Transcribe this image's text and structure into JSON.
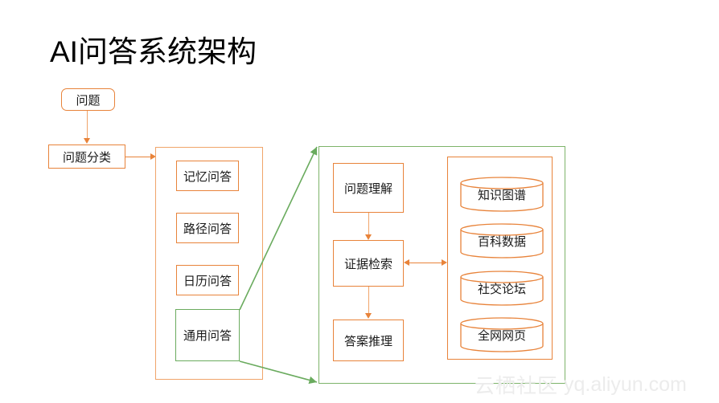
{
  "page": {
    "title": "AI问答系统架构",
    "background_color": "#ffffff"
  },
  "colors": {
    "orange": "#e8833a",
    "orange_light": "#f0a46a",
    "green": "#6aab5e",
    "green_panel": "#7db36a",
    "text": "#1a1a1a",
    "watermark": "#ececec"
  },
  "input_flow": {
    "question_node": "问题",
    "classify_node": "问题分类"
  },
  "question_types": {
    "items": [
      {
        "label": "记忆问答",
        "color": "orange"
      },
      {
        "label": "路径问答",
        "color": "orange"
      },
      {
        "label": "日历问答",
        "color": "orange"
      },
      {
        "label": "通用问答",
        "color": "green"
      }
    ]
  },
  "pipeline": {
    "steps": [
      {
        "label": "问题理解"
      },
      {
        "label": "证据检索"
      },
      {
        "label": "答案推理"
      }
    ]
  },
  "knowledge_sources": {
    "items": [
      {
        "label": "知识图谱"
      },
      {
        "label": "百科数据"
      },
      {
        "label": "社交论坛"
      },
      {
        "label": "全网网页"
      }
    ]
  },
  "watermark": {
    "cn": "云栖社区",
    "en": "yq.aliyun.com"
  }
}
